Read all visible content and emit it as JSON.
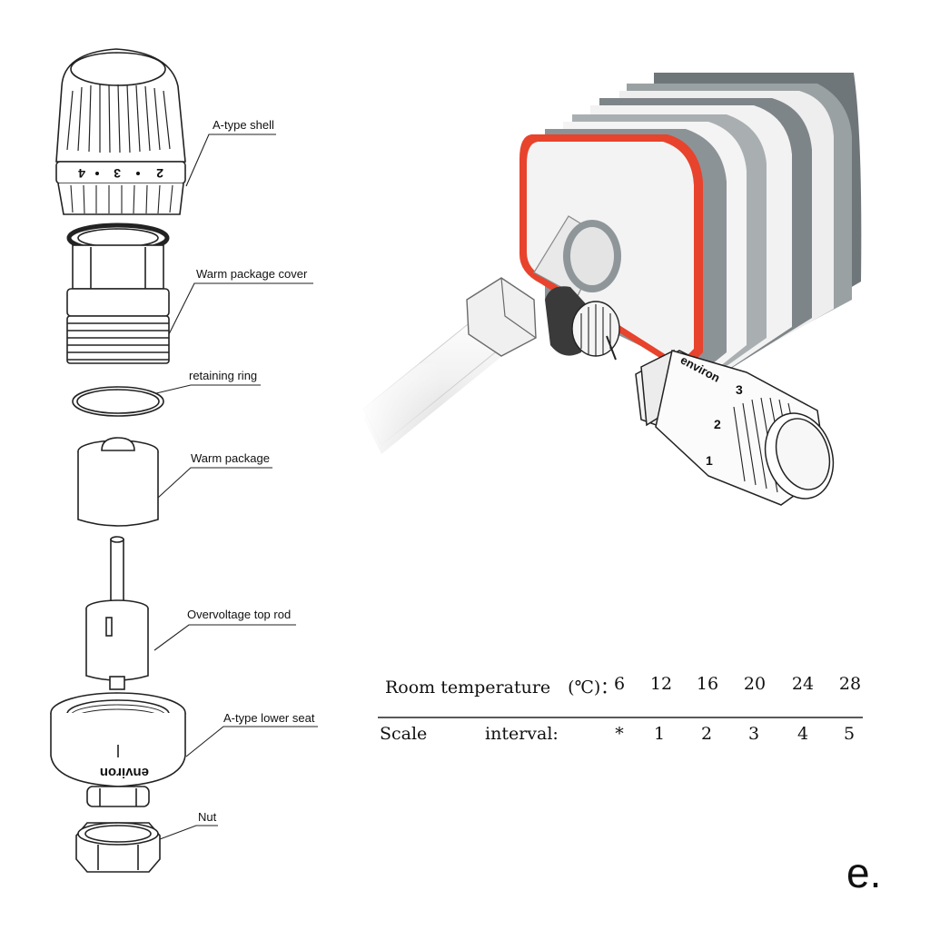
{
  "labels": {
    "shell": "A-type shell",
    "cover": "Warm package cover",
    "ring": "retaining ring",
    "package": "Warm package",
    "rod": "Overvoltage top rod",
    "seat": "A-type lower seat",
    "nut": "Nut"
  },
  "knob_digits": [
    "4",
    "3",
    "2"
  ],
  "brand": "environ",
  "valve_digits": [
    "1",
    "2",
    "3"
  ],
  "table": {
    "row1_label": "Room temperature　(℃)：",
    "row1_values": [
      "6",
      "12",
      "16",
      "20",
      "24",
      "28"
    ],
    "row2_label": "Scale",
    "row2_sublabel": "interval:",
    "row2_values": [
      "*",
      "1",
      "2",
      "3",
      "4",
      "5"
    ]
  },
  "corner_mark": "e.",
  "colors": {
    "radiator_edge": "#e8432c",
    "radiator_grey": "#8c9396",
    "line": "#222222"
  }
}
